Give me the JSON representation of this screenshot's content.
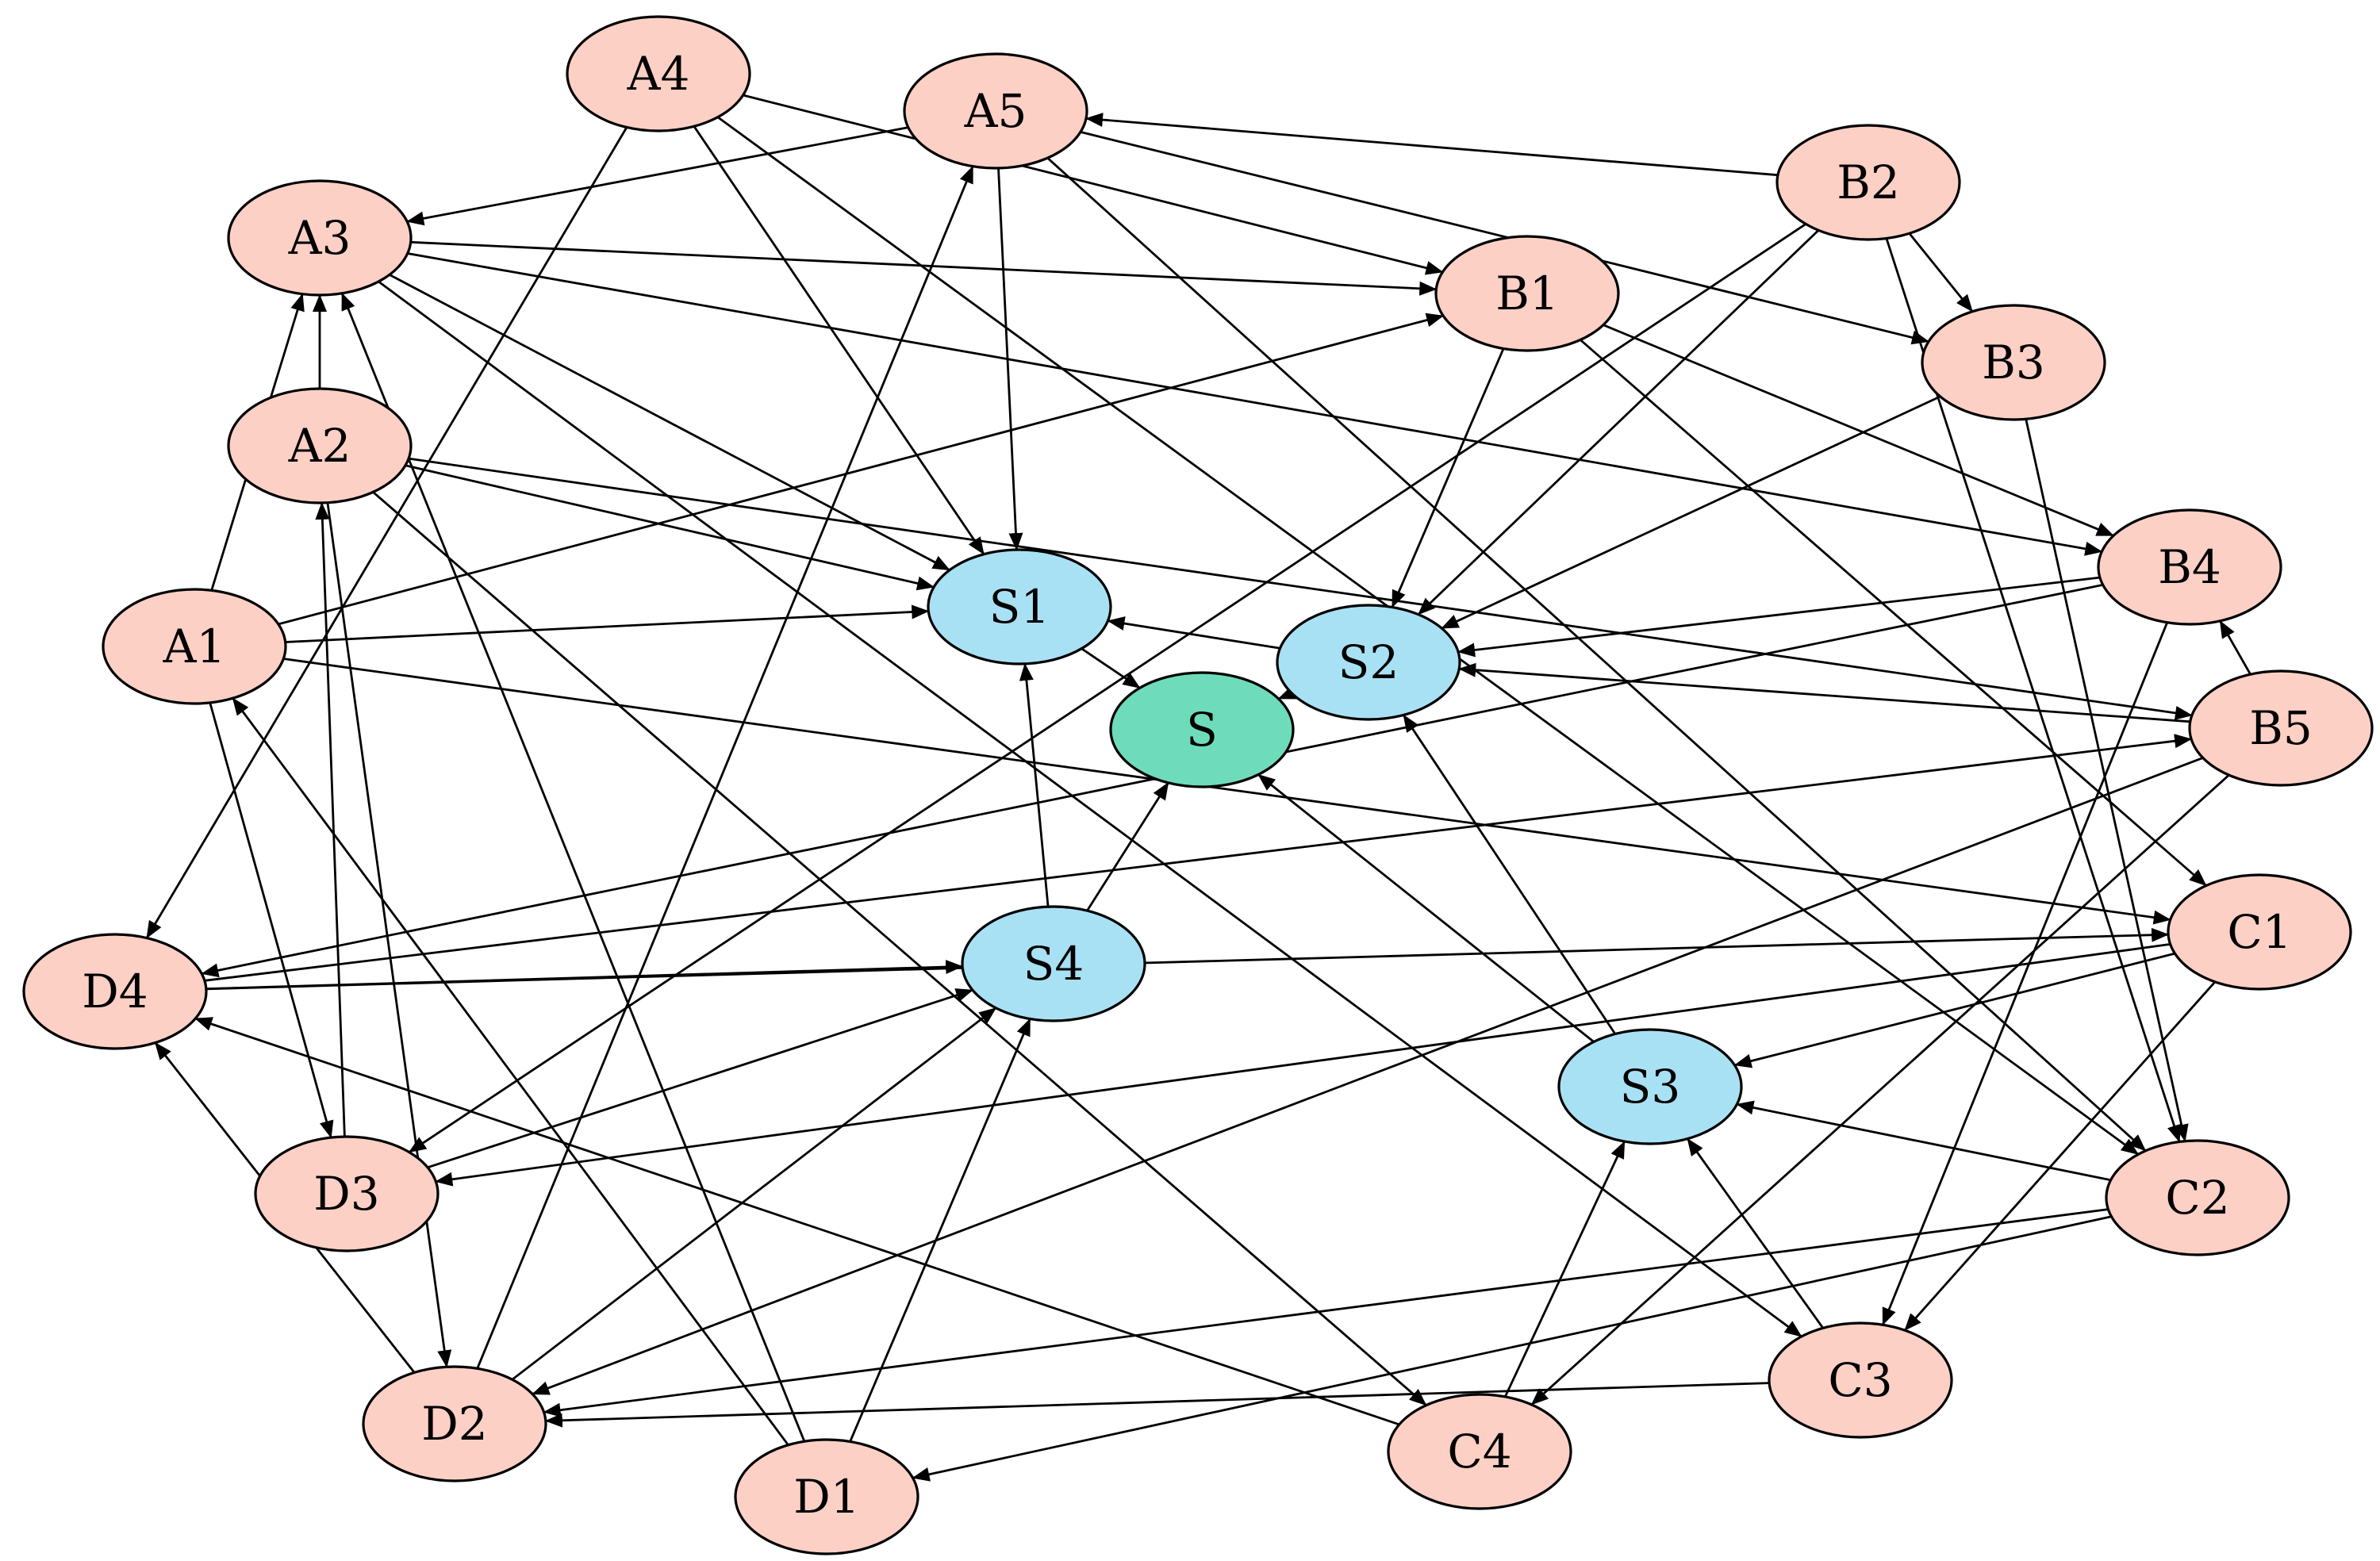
{
  "diagram": {
    "colors": {
      "peripheral": "#fdd0c6",
      "sub_hub": "#a9e1f4",
      "hub": "#6edcbb",
      "stroke": "#000000"
    },
    "nodes": [
      {
        "id": "S",
        "label": "S",
        "kind": "hub"
      },
      {
        "id": "S1",
        "label": "S1",
        "kind": "sub_hub"
      },
      {
        "id": "S2",
        "label": "S2",
        "kind": "sub_hub"
      },
      {
        "id": "S3",
        "label": "S3",
        "kind": "sub_hub"
      },
      {
        "id": "S4",
        "label": "S4",
        "kind": "sub_hub"
      },
      {
        "id": "A1",
        "label": "A1",
        "kind": "peripheral"
      },
      {
        "id": "A2",
        "label": "A2",
        "kind": "peripheral"
      },
      {
        "id": "A3",
        "label": "A3",
        "kind": "peripheral"
      },
      {
        "id": "A4",
        "label": "A4",
        "kind": "peripheral"
      },
      {
        "id": "A5",
        "label": "A5",
        "kind": "peripheral"
      },
      {
        "id": "B1",
        "label": "B1",
        "kind": "peripheral"
      },
      {
        "id": "B2",
        "label": "B2",
        "kind": "peripheral"
      },
      {
        "id": "B3",
        "label": "B3",
        "kind": "peripheral"
      },
      {
        "id": "B4",
        "label": "B4",
        "kind": "peripheral"
      },
      {
        "id": "B5",
        "label": "B5",
        "kind": "peripheral"
      },
      {
        "id": "C1",
        "label": "C1",
        "kind": "peripheral"
      },
      {
        "id": "C2",
        "label": "C2",
        "kind": "peripheral"
      },
      {
        "id": "C3",
        "label": "C3",
        "kind": "peripheral"
      },
      {
        "id": "C4",
        "label": "C4",
        "kind": "peripheral"
      },
      {
        "id": "D1",
        "label": "D1",
        "kind": "peripheral"
      },
      {
        "id": "D2",
        "label": "D2",
        "kind": "peripheral"
      },
      {
        "id": "D3",
        "label": "D3",
        "kind": "peripheral"
      },
      {
        "id": "D4",
        "label": "D4",
        "kind": "peripheral"
      }
    ],
    "edges": [
      [
        "S1",
        "S"
      ],
      [
        "S2",
        "S"
      ],
      [
        "S3",
        "S"
      ],
      [
        "S4",
        "S"
      ],
      [
        "A1",
        "S1"
      ],
      [
        "A2",
        "S1"
      ],
      [
        "A3",
        "S1"
      ],
      [
        "A4",
        "S1"
      ],
      [
        "A5",
        "S1"
      ],
      [
        "S2",
        "S1"
      ],
      [
        "S4",
        "S1"
      ],
      [
        "B1",
        "S2"
      ],
      [
        "B2",
        "S2"
      ],
      [
        "B3",
        "S2"
      ],
      [
        "B4",
        "S2"
      ],
      [
        "B5",
        "S2"
      ],
      [
        "S3",
        "S2"
      ],
      [
        "C1",
        "S3"
      ],
      [
        "C2",
        "S3"
      ],
      [
        "C3",
        "S3"
      ],
      [
        "C4",
        "S3"
      ],
      [
        "D1",
        "S4"
      ],
      [
        "D2",
        "S4"
      ],
      [
        "D3",
        "S4"
      ],
      [
        "D4",
        "S4"
      ],
      [
        "A1",
        "A3"
      ],
      [
        "A1",
        "B1"
      ],
      [
        "A1",
        "D3"
      ],
      [
        "A1",
        "C1"
      ],
      [
        "A2",
        "A3"
      ],
      [
        "A2",
        "B5"
      ],
      [
        "A2",
        "D2"
      ],
      [
        "A2",
        "C4"
      ],
      [
        "A3",
        "B1"
      ],
      [
        "A3",
        "B4"
      ],
      [
        "A3",
        "C3"
      ],
      [
        "A4",
        "B1"
      ],
      [
        "A4",
        "D4"
      ],
      [
        "A4",
        "C2"
      ],
      [
        "A5",
        "A3"
      ],
      [
        "A5",
        "B3"
      ],
      [
        "A5",
        "C2"
      ],
      [
        "B1",
        "B4"
      ],
      [
        "B1",
        "C1"
      ],
      [
        "B2",
        "A5"
      ],
      [
        "B2",
        "B3"
      ],
      [
        "B2",
        "C2"
      ],
      [
        "B2",
        "D3"
      ],
      [
        "B3",
        "C2"
      ],
      [
        "B4",
        "D4"
      ],
      [
        "B4",
        "C3"
      ],
      [
        "B5",
        "B4"
      ],
      [
        "B5",
        "C4"
      ],
      [
        "B5",
        "D2"
      ],
      [
        "C1",
        "C3"
      ],
      [
        "C1",
        "D3"
      ],
      [
        "C2",
        "D1"
      ],
      [
        "C2",
        "D2"
      ],
      [
        "C3",
        "D2"
      ],
      [
        "C4",
        "D4"
      ],
      [
        "D1",
        "A1"
      ],
      [
        "D1",
        "A3"
      ],
      [
        "D2",
        "D4"
      ],
      [
        "D2",
        "A5"
      ],
      [
        "D3",
        "A2"
      ],
      [
        "D4",
        "B5"
      ],
      [
        "D4",
        "C1"
      ]
    ]
  }
}
